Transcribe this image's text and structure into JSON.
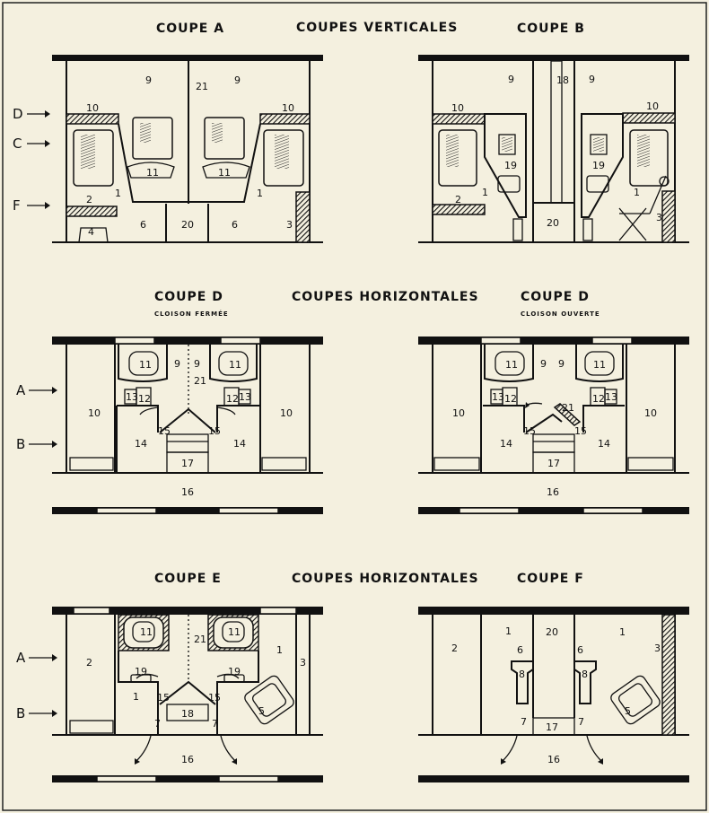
{
  "colors": {
    "paper": "#f4f0df",
    "ink": "#111111"
  },
  "headings": {
    "vertical": "COUPES VERTICALES",
    "horizontal_1": "COUPES HORIZONTALES",
    "horizontal_2": "COUPES HORIZONTALES"
  },
  "section_titles": {
    "coupe_a": "COUPE A",
    "coupe_b": "COUPE B",
    "coupe_d_closed": "COUPE D",
    "coupe_d_open": "COUPE D",
    "coupe_e": "COUPE E",
    "coupe_f": "COUPE F"
  },
  "subtitles": {
    "closed": "CLOISON FERMÉE",
    "open": "CLOISON OUVERTE"
  },
  "section_markers": {
    "panel_a": [
      "D",
      "C",
      "F"
    ],
    "panel_d": [
      "A",
      "B"
    ],
    "panel_e": [
      "A",
      "B"
    ]
  },
  "numbers": {
    "a": [
      "9",
      "21",
      "9",
      "10",
      "10",
      "11",
      "11",
      "2",
      "1",
      "1",
      "4",
      "6",
      "20",
      "6",
      "3"
    ],
    "b": [
      "9",
      "18",
      "9",
      "10",
      "10",
      "19",
      "19",
      "2",
      "1",
      "1",
      "20",
      "3"
    ],
    "d1": [
      "11",
      "9",
      "9",
      "11",
      "21",
      "13",
      "12",
      "12",
      "13",
      "10",
      "10",
      "15",
      "15",
      "14",
      "14",
      "17",
      "16"
    ],
    "d2": [
      "11",
      "9",
      "9",
      "11",
      "21",
      "13",
      "12",
      "12",
      "13",
      "10",
      "10",
      "15",
      "15",
      "14",
      "14",
      "17",
      "16"
    ],
    "e": [
      "11",
      "21",
      "11",
      "2",
      "1",
      "3",
      "19",
      "19",
      "1",
      "15",
      "15",
      "18",
      "7",
      "7",
      "5",
      "16"
    ],
    "f": [
      "2",
      "1",
      "20",
      "1",
      "3",
      "6",
      "6",
      "8",
      "8",
      "7",
      "17",
      "7",
      "5",
      "16"
    ]
  }
}
